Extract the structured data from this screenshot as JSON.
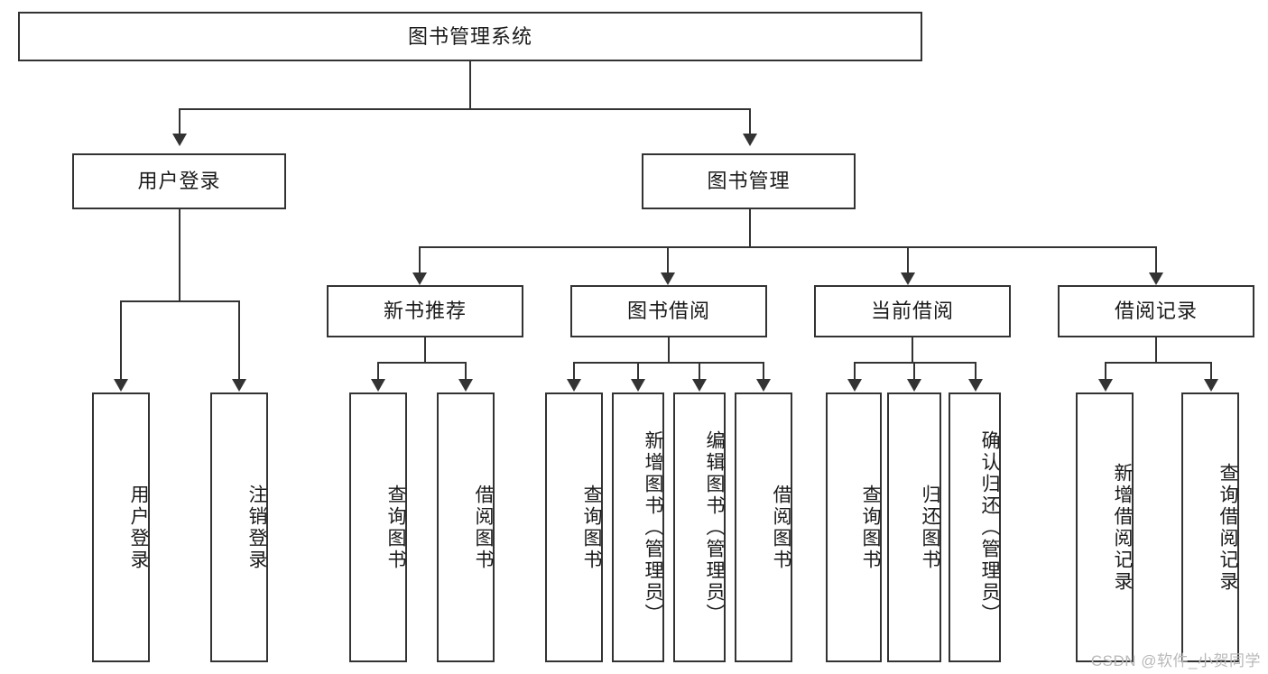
{
  "diagram": {
    "type": "tree-hierarchy",
    "title": "图书管理系统",
    "root": {
      "label": "图书管理系统"
    },
    "level2": [
      {
        "label": "用户登录"
      },
      {
        "label": "图书管理"
      }
    ],
    "level3": [
      {
        "label": "新书推荐"
      },
      {
        "label": "图书借阅"
      },
      {
        "label": "当前借阅"
      },
      {
        "label": "借阅记录"
      }
    ],
    "leaves": {
      "user_login": [
        {
          "label": "用户登录"
        },
        {
          "label": "注销登录"
        }
      ],
      "new_book_recommend": [
        {
          "label": "查询图书"
        },
        {
          "label": "借阅图书"
        }
      ],
      "book_borrow": [
        {
          "label": "查询图书"
        },
        {
          "label": "新增图书（管理员）"
        },
        {
          "label": "编辑图书（管理员）"
        },
        {
          "label": "借阅图书"
        }
      ],
      "current_borrow": [
        {
          "label": "查询图书"
        },
        {
          "label": "归还图书"
        },
        {
          "label": "确认归还（管理员）"
        }
      ],
      "borrow_records": [
        {
          "label": "新增借阅记录"
        },
        {
          "label": "查询借阅记录"
        }
      ]
    }
  },
  "watermark": {
    "text": "CSDN @软件_小贺同学"
  },
  "colors": {
    "stroke": "#333333",
    "fill": "#ffffff",
    "text": "#1a1a1a",
    "watermark": "#b9b9b9"
  }
}
